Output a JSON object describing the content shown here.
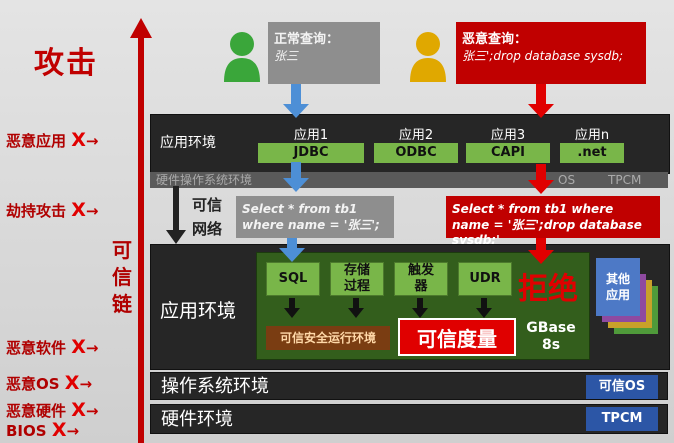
{
  "left": {
    "title": "攻击",
    "threats": [
      "恶意应用",
      "劫持攻击",
      "恶意软件",
      "恶意OS",
      "恶意硬件",
      "BIOS"
    ],
    "x_mark": "X",
    "chain_label": [
      "可",
      "信",
      "链"
    ]
  },
  "users": {
    "normal": {
      "label": "正常查询：",
      "value": "张三"
    },
    "malicious": {
      "label": "恶意查询：",
      "value": "张三';drop database sysdb;"
    }
  },
  "app_layer": {
    "label": "应用环境",
    "apps": [
      {
        "name": "应用1",
        "api": "JDBC"
      },
      {
        "name": "应用2",
        "api": "ODBC"
      },
      {
        "name": "应用3",
        "api": "CAPI"
      },
      {
        "name": "应用n",
        "api": ".net"
      }
    ],
    "hw_label": "硬件操作系统环境",
    "hw_tags": [
      "OS",
      "TPCM"
    ]
  },
  "network": {
    "line1": "可信",
    "line2": "网络"
  },
  "queries": {
    "normal": "Select * from tb1 where name = '张三';",
    "malicious": "Select * from tb1 where name = '张三';drop database sysdb;'"
  },
  "db_layer": {
    "label": "应用环境",
    "components": [
      "SQL",
      "存储过程",
      "触发器",
      "UDR"
    ],
    "reject": "拒绝",
    "runtime": "可信安全运行环境",
    "measure": "可信度量",
    "product": "GBase 8s",
    "other_apps": "其他应用"
  },
  "os_layer": {
    "label": "操作系统环境",
    "tag": "可信OS"
  },
  "hw_layer": {
    "label": "硬件环境",
    "tag": "TPCM"
  },
  "colors": {
    "red": "#c00000",
    "green": "#79b649",
    "blue": "#2c56a6",
    "dark": "#262626"
  }
}
